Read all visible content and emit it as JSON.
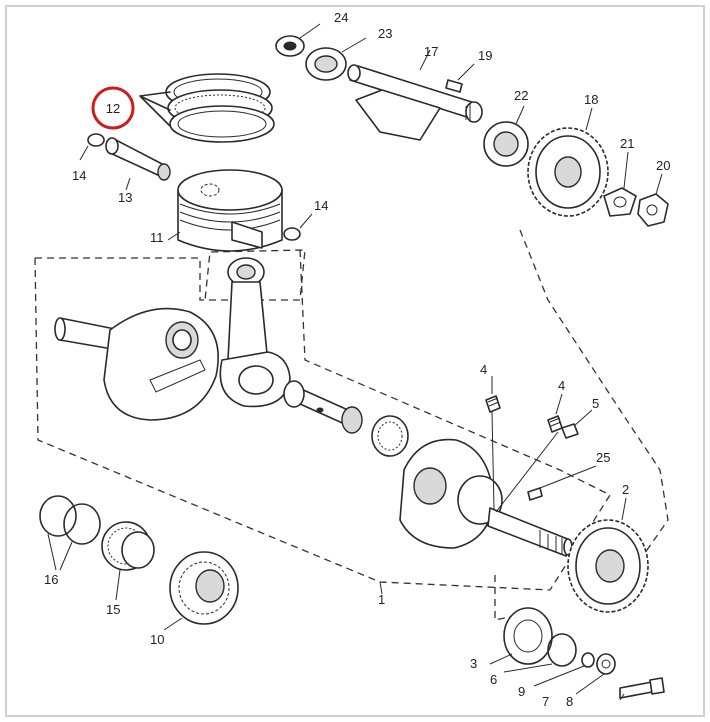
{
  "labels": {
    "p1": "1",
    "p2": "2",
    "p3": "3",
    "p4a": "4",
    "p4b": "4",
    "p5": "5",
    "p6": "6",
    "p7": "7",
    "p8": "8",
    "p9": "9",
    "p10": "10",
    "p11": "11",
    "p12": "12",
    "p13": "13",
    "p14a": "14",
    "p14b": "14",
    "p15": "15",
    "p16": "16",
    "p17": "17",
    "p18": "18",
    "p19": "19",
    "p20": "20",
    "p21": "21",
    "p22": "22",
    "p23": "23",
    "p24": "24",
    "p25": "25"
  },
  "highlight": {
    "part": "12",
    "color": "#d11a1a"
  },
  "colors": {
    "line": "#2a2a2a",
    "frame": "#cfcfcf"
  }
}
